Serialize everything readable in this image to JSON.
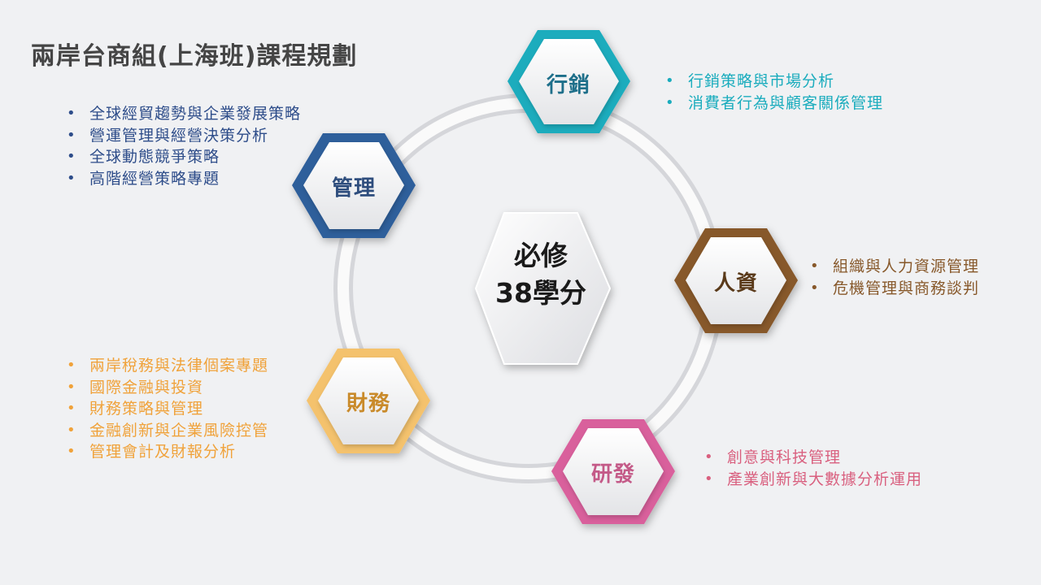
{
  "title": "兩岸台商組(上海班)課程規劃",
  "center": {
    "line1": "必修",
    "line2": "38學分"
  },
  "colors": {
    "marketing": "#1aacbd",
    "management": "#2e5e9b",
    "hr": "#87582a",
    "finance": "#f0a23a",
    "rd": "#d9609c"
  },
  "marketing": {
    "label": "行銷",
    "items": [
      "行銷策略與市場分析",
      "消費者行為與顧客關係管理"
    ]
  },
  "management": {
    "label": "管理",
    "items": [
      "全球經貿趨勢與企業發展策略",
      "營運管理與經營決策分析",
      "全球動態競爭策略",
      "高階經營策略專題"
    ]
  },
  "hr": {
    "label": "人資",
    "items": [
      "組織與人力資源管理",
      "危機管理與商務談判"
    ]
  },
  "finance": {
    "label": "財務",
    "items": [
      "兩岸稅務與法律個案專題",
      "國際金融與投資",
      "財務策略與管理",
      "金融創新與企業風險控管",
      "管理會計及財報分析"
    ]
  },
  "rd": {
    "label": "研發",
    "items": [
      "創意與科技管理",
      "產業創新與大數據分析運用"
    ]
  }
}
